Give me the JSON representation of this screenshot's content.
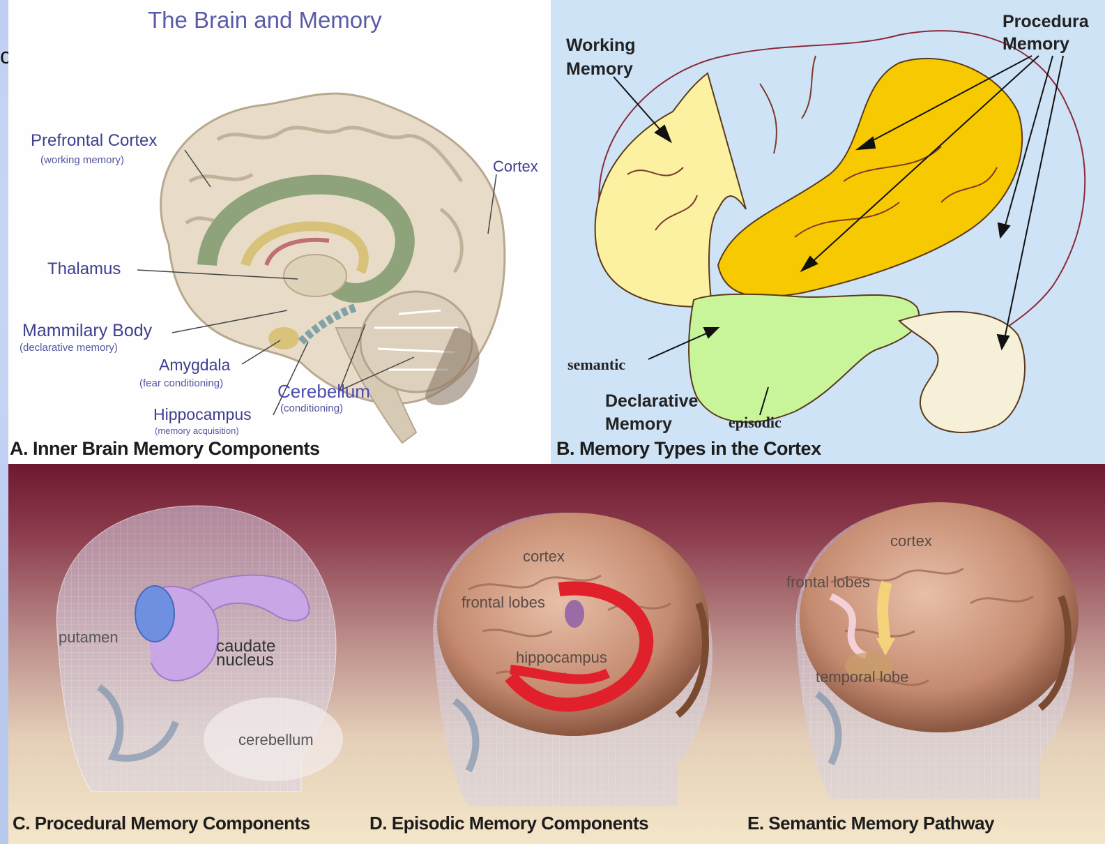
{
  "stray_char": "c",
  "panel_a": {
    "title": "The Brain and Memory",
    "caption": "A. Inner Brain Memory Components",
    "labels": {
      "prefrontal": "Prefrontal Cortex",
      "prefrontal_sub": "(working memory)",
      "cortex": "Cortex",
      "thalamus": "Thalamus",
      "mammilary": "Mammilary Body",
      "mammilary_sub": "(declarative memory)",
      "amygdala": "Amygdala",
      "amygdala_sub": "(fear conditioning)",
      "cerebellum": "Cerebellum",
      "cerebellum_sub": "(conditioning)",
      "hippocampus": "Hippocampus",
      "hippocampus_sub": "(memory acquisition)"
    }
  },
  "panel_b": {
    "caption": "B. Memory Types in the Cortex",
    "labels": {
      "working_1": "Working",
      "working_2": "Memory",
      "procedural_1": "Procedura",
      "procedural_2": "Memory",
      "semantic": "semantic",
      "declarative_1": "Declarative",
      "declarative_2": "Memory",
      "episodic": "episodic"
    }
  },
  "panel_c": {
    "caption": "C. Procedural Memory Components",
    "labels": {
      "putamen": "putamen",
      "caudate_1": "caudate",
      "caudate_2": "nucleus",
      "cerebellum": "cerebellum"
    }
  },
  "panel_d": {
    "caption": "D. Episodic Memory Components",
    "labels": {
      "cortex": "cortex",
      "frontal": "frontal lobes",
      "hippocampus": "hippocampus"
    }
  },
  "panel_e": {
    "caption": "E. Semantic Memory Pathway",
    "labels": {
      "cortex": "cortex",
      "frontal": "frontal lobes",
      "temporal": "temporal lobe"
    }
  },
  "colors": {
    "brain_beige": "#e8dcc8",
    "limbic_green": "#8fa37a",
    "working_yellow": "#fbf1a0",
    "procedural_yellow": "#f7c900",
    "declarative_green": "#c9f59a",
    "episodic_red": "#e0202a",
    "caudate_purple": "#c9a6e6",
    "putamen_blue": "#6f8fe0"
  }
}
